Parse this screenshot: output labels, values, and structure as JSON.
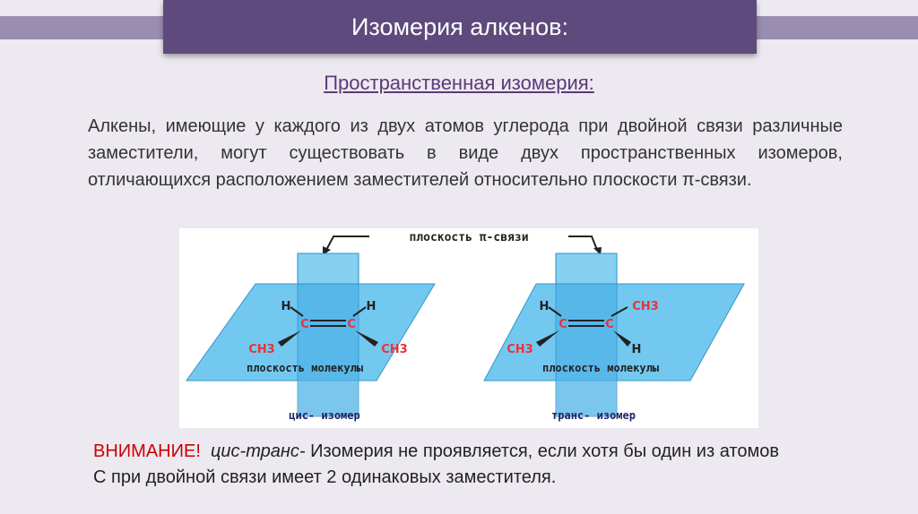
{
  "title": "Изомерия алкенов:",
  "subtitle": "Пространственная изомерия:",
  "paragraph": "Алкены, имеющие у каждого из двух атомов углерода при двойной связи различные заместители, могут существовать в виде двух пространственных изомеров, отличающихся расположением заместителей относительно плоскости π-связи.",
  "figure": {
    "pi_plane_label": "плоскость π-связи",
    "cis": {
      "label": "цис- изомер",
      "plane_label": "плоскость молекулы",
      "top_left": "H",
      "top_right": "H",
      "carbon": "C",
      "bottom_left": "CH3",
      "bottom_right": "CH3"
    },
    "trans": {
      "label": "транс- изомер",
      "plane_label": "плоскость молекулы",
      "top_left": "H",
      "top_right": "CH3",
      "carbon": "C",
      "bottom_left": "CH3",
      "bottom_right": "H"
    },
    "colors": {
      "plane": "#6cc6ef",
      "pi_plane": "#4fb3e8",
      "carbon": "#e8333a",
      "text": "#222222",
      "isomer_label": "#222266"
    }
  },
  "note": {
    "warning": "ВНИМАНИЕ!",
    "term": "цис-транс-",
    "text": " Изомерия не проявляется, если хотя бы один из атомов С при двойной связи имеет 2 одинаковых заместителя."
  }
}
